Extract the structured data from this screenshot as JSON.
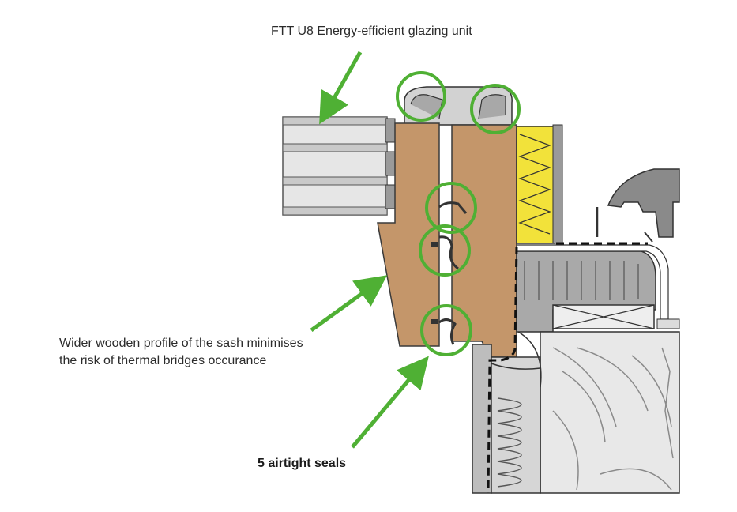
{
  "labels": {
    "glazing_unit": "FTT U8 Energy-efficient glazing unit",
    "wooden_profile_line1": "Wider wooden profile of the sash minimises",
    "wooden_profile_line2": "the risk of thermal bridges occurance",
    "airtight_seals": "5 airtight seals"
  },
  "colors": {
    "wood": "#c4966a",
    "wood_outline": "#3a3a3a",
    "insulation": "#f2e23a",
    "grey_frame": "#8a8a8a",
    "light_grey": "#d9d9d9",
    "callout_green": "#4fb034"
  }
}
